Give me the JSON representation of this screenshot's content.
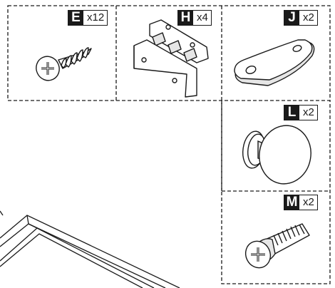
{
  "parts": [
    {
      "letter": "E",
      "quantity": "x12",
      "icon": "wood-screw-icon"
    },
    {
      "letter": "H",
      "quantity": "x4",
      "icon": "hinge-icon"
    },
    {
      "letter": "J",
      "quantity": "x2",
      "icon": "mounting-plate-icon"
    },
    {
      "letter": "L",
      "quantity": "x2",
      "icon": "knob-icon"
    },
    {
      "letter": "M",
      "quantity": "x2",
      "icon": "machine-screw-icon"
    }
  ],
  "colors": {
    "ink": "#1a1a1a",
    "fill": "#ffffff",
    "shade": "#e6e6e6"
  }
}
